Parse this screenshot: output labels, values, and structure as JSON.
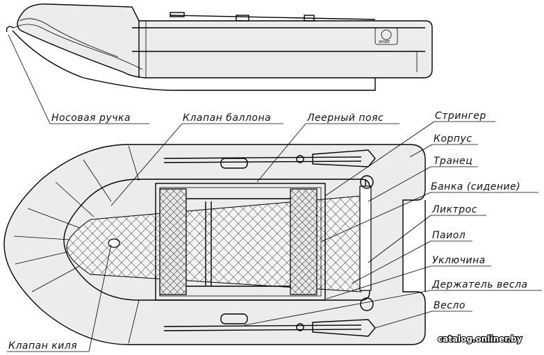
{
  "labels": {
    "nose_handle": "Носовая ручка",
    "balloon_valve": "Клапан баллона",
    "safety_line": "Леерный пояс",
    "stringer": "Стрингер",
    "hull": "Корпус",
    "transom": "Транец",
    "seat": "Банка (сидение)",
    "boltrope": "Ликтрос",
    "floor": "Паиол",
    "oarlock": "Уключина",
    "oar_holder": "Держатель весла",
    "oar": "Весло",
    "keel_valve": "Клапан киля"
  },
  "watermark": "catalog.onliner.by",
  "colors": {
    "line": "#000000",
    "tube_fill": "#ececec",
    "floor_fill": "#f4f4f4",
    "label_text": "#111111"
  }
}
